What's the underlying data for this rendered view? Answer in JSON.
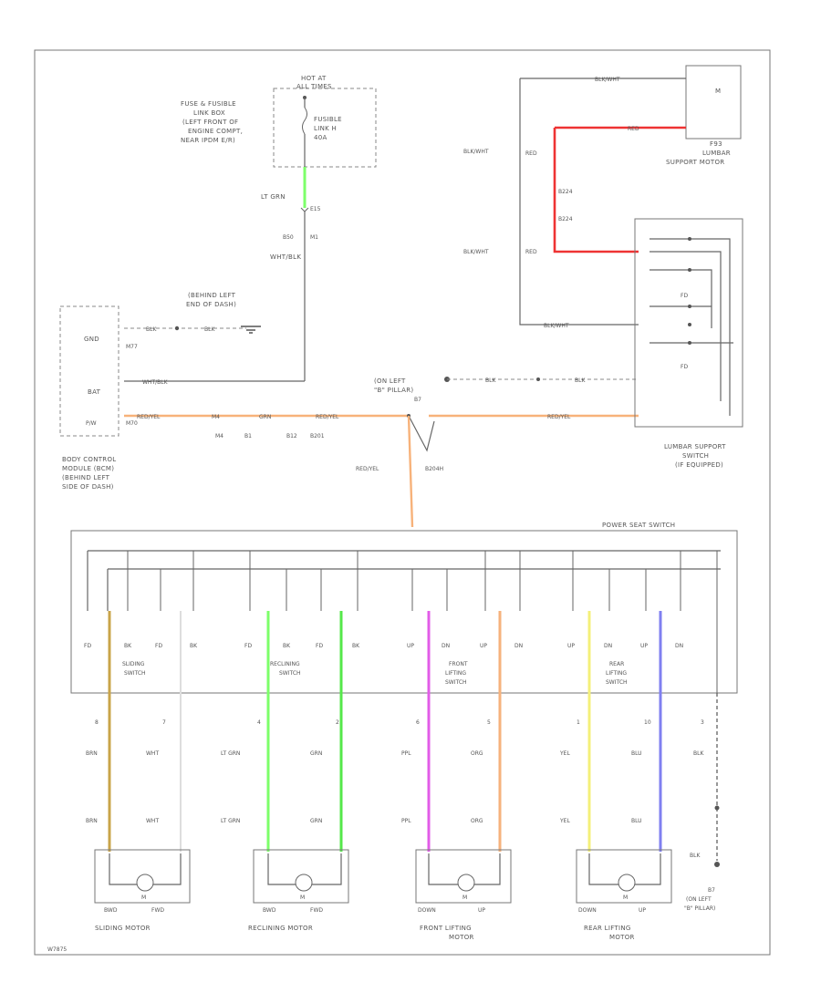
{
  "fuse": {
    "hot_line1": "HOT AT",
    "hot_line2": "ALL TIMES",
    "desc": [
      "FUSE & FUSIBLE",
      "LINK BOX",
      "(LEFT FRONT OF",
      "ENGINE COMPT,",
      "NEAR IPDM E/R)"
    ],
    "fusible": [
      "FUSIBLE",
      "LINK H",
      "40A"
    ]
  },
  "fuse_wires": {
    "ltgrn": "LT GRN",
    "e15": "E15",
    "b50": "B50",
    "m1": "M1",
    "whtblk": "WHT/BLK"
  },
  "ground_top": {
    "line1": "(BEHIND LEFT",
    "line2": "END OF DASH)"
  },
  "bcm": {
    "gnd": "GND",
    "bat": "BAT",
    "p/w": "P/W",
    "m77": "M77",
    "m70": "M70",
    "blk1": "BLK",
    "blk2": "BLK",
    "whtblk": "WHT/BLK",
    "redyel": "RED/YEL",
    "desc": [
      "BODY CONTROL",
      "MODULE (BCM)",
      "(BEHIND LEFT",
      "SIDE OF DASH)"
    ]
  },
  "conn": {
    "m4": "M4",
    "b1": "B1",
    "b12": "B12",
    "b201": "B201",
    "grn": "GRN",
    "redyel2": "RED/YEL",
    "redyel3": "RED/YEL",
    "redyel4": "RED/YEL",
    "b204h": "B204H"
  },
  "ground_mid": {
    "line1": "(ON LEFT",
    "line2": "\"B\" PILLAR)",
    "b7": "B7",
    "blk1": "BLK",
    "blk2": "BLK"
  },
  "lumbar": {
    "wire_blkwht1": "BLK/WHT",
    "wire_blkwht2": "BLK/WHT",
    "wire_blkwht3": "BLK/WHT",
    "wire_blkwht4": "BLK/WHT",
    "red1": "RED",
    "red2": "RED",
    "red3": "RED",
    "b224": "B224",
    "b224b": "B224",
    "motor_label": [
      "F93",
      "LUMBAR",
      "SUPPORT MOTOR"
    ],
    "switch_label": [
      "LUMBAR SUPPORT",
      "SWITCH",
      "(IF EQUIPPED)"
    ],
    "fd": "FD",
    "fd2": "FD"
  },
  "psw": {
    "title": "POWER SEAT SWITCH",
    "fd_bk": [
      "FD",
      "BK",
      "FD",
      "BK",
      "FD",
      "BK",
      "FD",
      "BK",
      "UP",
      "DN",
      "UP",
      "DN",
      "UP",
      "DN",
      "UP",
      "DN"
    ],
    "sliding": [
      "SLIDING",
      "SWITCH"
    ],
    "reclining": [
      "RECLINING",
      "SWITCH"
    ],
    "front": [
      "FRONT",
      "LIFTING",
      "SWITCH"
    ],
    "rear": [
      "REAR",
      "LIFTING",
      "SWITCH"
    ]
  },
  "pins": [
    "8",
    "7",
    "4",
    "2",
    "6",
    "5",
    "1",
    "10",
    "3"
  ],
  "wires_upper": [
    "BRN",
    "WHT",
    "LT GRN",
    "GRN",
    "PPL",
    "ORG",
    "YEL",
    "BLU",
    "BLK"
  ],
  "wires_lower": [
    "BRN",
    "WHT",
    "LT GRN",
    "GRN",
    "PPL",
    "ORG",
    "YEL",
    "BLU"
  ],
  "gnd_bottom": {
    "blk": "BLK",
    "b7": "B7",
    "line1": "(ON LEFT",
    "line2": "\"B\" PILLAR)"
  },
  "motors": {
    "sliding": {
      "left": "BWD",
      "right": "FWD",
      "name": "SLIDING MOTOR",
      "m": "M"
    },
    "reclining": {
      "left": "BWD",
      "right": "FWD",
      "name": "RECLINING MOTOR",
      "m": "M"
    },
    "front": {
      "left": "DOWN",
      "right": "UP",
      "name1": "FRONT LIFTING",
      "name2": "MOTOR",
      "m": "M"
    },
    "rear": {
      "left": "DOWN",
      "right": "UP",
      "name1": "REAR LIFTING",
      "name2": "MOTOR",
      "m": "M"
    }
  },
  "footer": "W7875",
  "colors": {
    "ltgrn": "#7dff6a",
    "grn": "#55e84a",
    "brn": "#c9a44a",
    "wht": "#dddddd",
    "ppl": "#e25ce8",
    "org": "#f6b27c",
    "yel": "#f4f07a",
    "blu": "#7f7ff0",
    "red": "#ee3333",
    "redyel": "#f7b27a"
  }
}
